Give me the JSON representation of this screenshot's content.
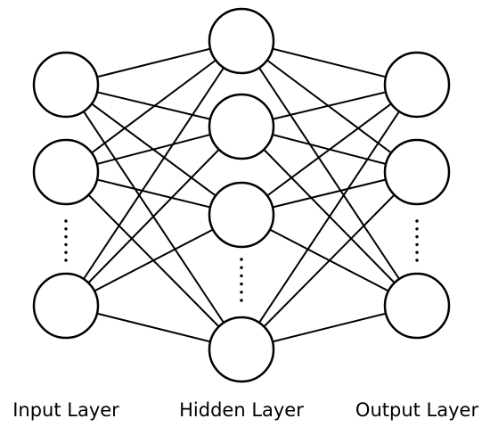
{
  "diagram": {
    "type": "neural-network",
    "layers": [
      {
        "id": "input",
        "label": "Input Layer",
        "visible_nodes": 3,
        "ellipsis_after_node": 2
      },
      {
        "id": "hidden",
        "label": "Hidden Layer",
        "visible_nodes": 4,
        "ellipsis_after_node": 3
      },
      {
        "id": "output",
        "label": "Output Layer",
        "visible_nodes": 3,
        "ellipsis_after_node": 2
      }
    ],
    "connectivity": "fully-connected",
    "colors": {
      "stroke": "#000000",
      "node_fill": "#ffffff",
      "background": "#ffffff"
    }
  }
}
